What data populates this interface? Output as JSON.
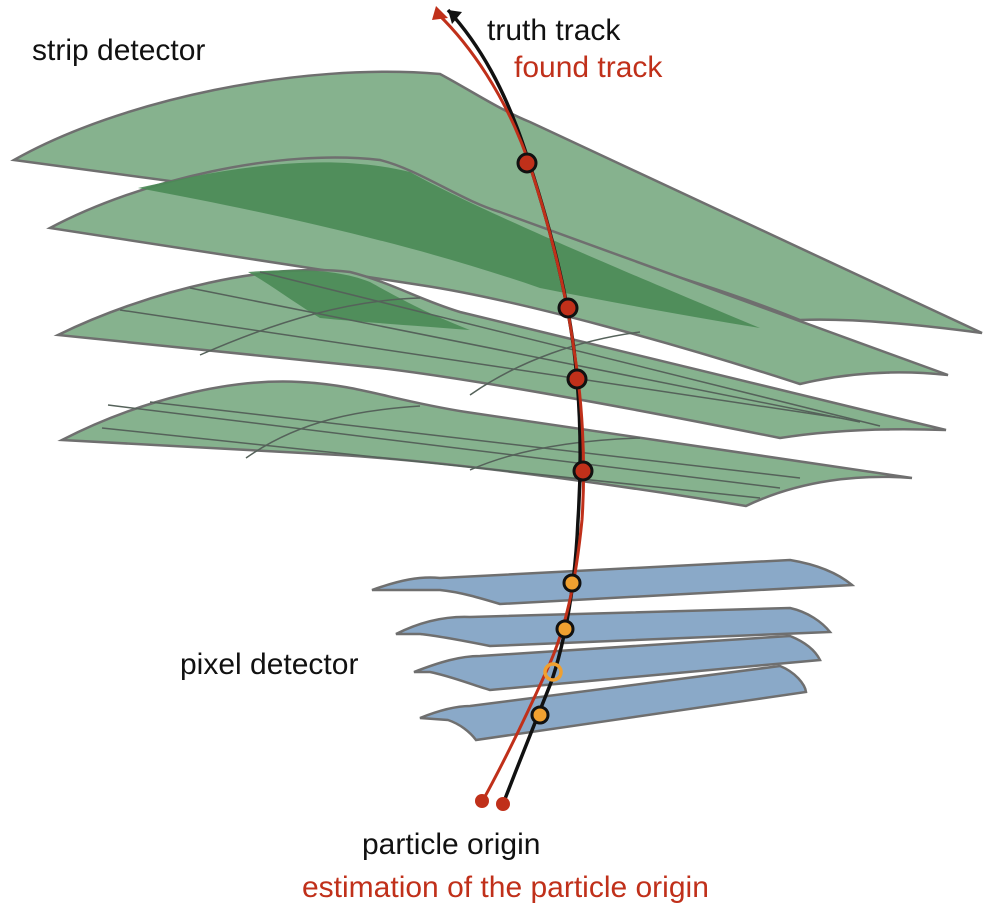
{
  "labels": {
    "strip_detector": "strip detector",
    "pixel_detector": "pixel detector",
    "truth_track": "truth track",
    "found_track": "found track",
    "particle_origin": "particle origin",
    "estimated_origin": "estimation of the particle origin"
  },
  "colors": {
    "strip_fill": "#86b28e",
    "strip_overlap": "#4a8a55",
    "pixel_fill": "#8aa9c8",
    "outline": "#6f6f6f",
    "truth_track": "#111111",
    "found_track": "#c0301a",
    "strip_hit": "#c0301a",
    "pixel_hit": "#f0a030",
    "label_text": "#111111",
    "found_label_text": "#c0301a"
  },
  "counts": {
    "strip_layers": 4,
    "pixel_layers": 4,
    "strip_hits": 4,
    "pixel_hits": 4
  }
}
